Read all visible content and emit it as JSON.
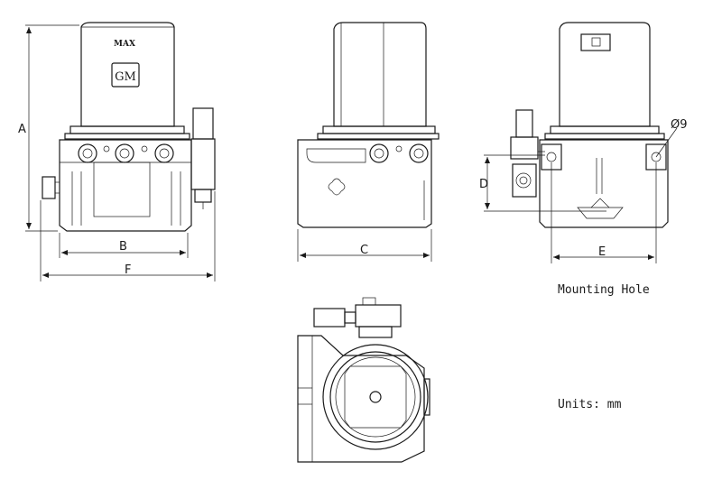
{
  "dimensions": {
    "a": "A",
    "b": "B",
    "c": "C",
    "d": "D",
    "e": "E",
    "f": "F",
    "hole_diameter": "Ø9"
  },
  "front_view": {
    "cover_text": "MAX",
    "badge_text": "GM"
  },
  "notes": {
    "mounting_hole": "Mounting Hole",
    "units": "Units: mm"
  }
}
